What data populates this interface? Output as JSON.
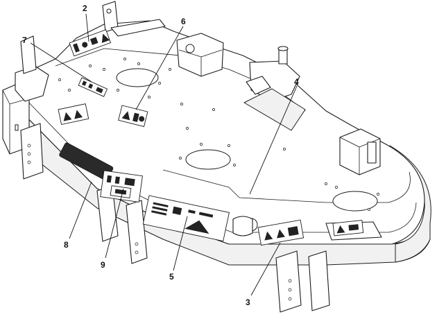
{
  "diagram": {
    "callouts": [
      {
        "id": "2",
        "label": "2"
      },
      {
        "id": "6",
        "label": "6"
      },
      {
        "id": "7",
        "label": "7"
      },
      {
        "id": "4",
        "label": "4"
      },
      {
        "id": "8",
        "label": "8"
      },
      {
        "id": "9",
        "label": "9"
      },
      {
        "id": "5",
        "label": "5"
      },
      {
        "id": "3",
        "label": "3"
      }
    ]
  }
}
